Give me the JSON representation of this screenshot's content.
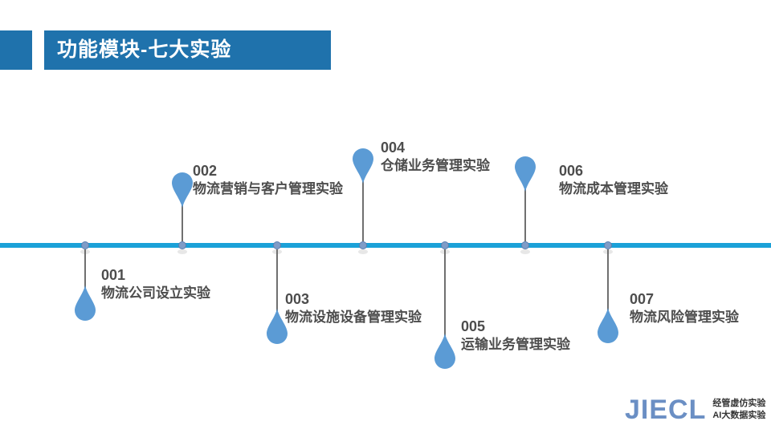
{
  "header": {
    "title": "功能模块-七大实验"
  },
  "timeline": {
    "items": [
      {
        "number": "001",
        "title": "物流公司设立实验"
      },
      {
        "number": "002",
        "title": "物流营销与客户管理实验"
      },
      {
        "number": "003",
        "title": "物流设施设备管理实验"
      },
      {
        "number": "004",
        "title": "仓储业务管理实验"
      },
      {
        "number": "005",
        "title": "运输业务管理实验"
      },
      {
        "number": "006",
        "title": "物流成本管理实验"
      },
      {
        "number": "007",
        "title": "物流风险管理实验"
      }
    ]
  },
  "logo": {
    "mark": "JIECL",
    "line1": "经管虚仿实验",
    "line2": "AI大数据实验"
  },
  "colors": {
    "header": "#1f72ac",
    "timeline": "#1ba1d8",
    "pin": "#5b9bd5"
  }
}
